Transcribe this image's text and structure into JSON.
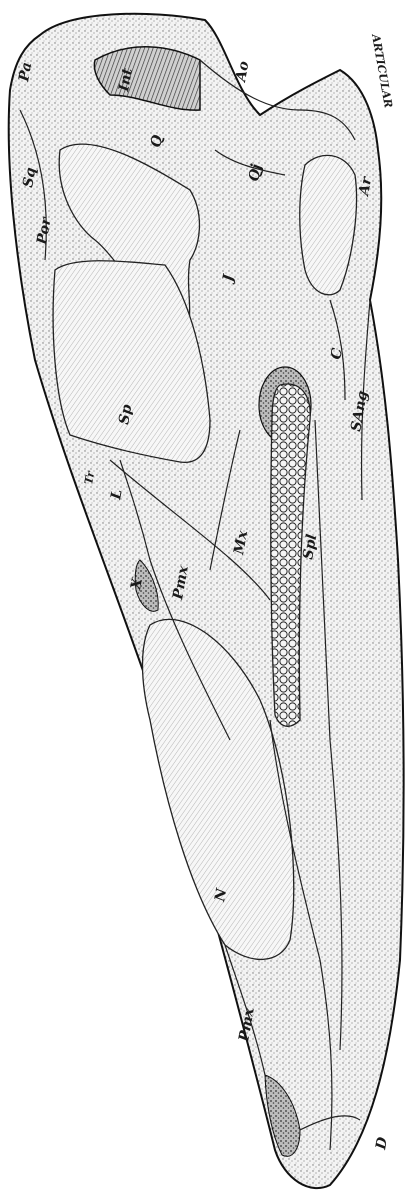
{
  "figure": {
    "labels": {
      "pa": "Pa",
      "int": "Int",
      "ao": "Ao",
      "side_text": "ARTICULAR",
      "q": "Q",
      "qj": "Qj",
      "ar": "Ar",
      "sq": "Sq",
      "por": "Por",
      "j": "J",
      "c": "C",
      "sp": "Sp",
      "sang": "SAng",
      "tr": "Tr",
      "l": "L",
      "mx": "Mx",
      "spl": "Spl",
      "pmx_upper": "Pmx",
      "x": "X",
      "n": "N",
      "pmx_lower": "Pmx",
      "d": "D"
    }
  }
}
